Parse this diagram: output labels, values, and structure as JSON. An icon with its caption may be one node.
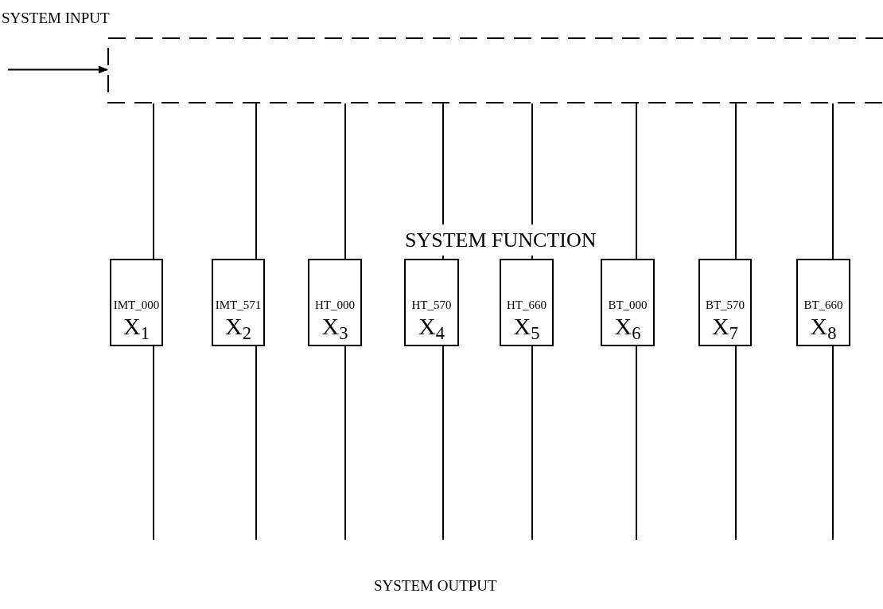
{
  "diagram": {
    "nodes": [
      {
        "text": [
          "SYSTEM INPUT"
        ]
      },
      {
        "text": [
          "IMT_000",
          "X$_{1}$"
        ]
      },
      {
        "text": [
          "IMT_571",
          "X$_{2}$"
        ]
      },
      {
        "text": [
          "HT_000",
          "X$_{3}$"
        ]
      },
      {
        "text": [
          "HT_570",
          "X$_{4}$"
        ]
      },
      {
        "text": [
          "HT_660",
          "X$_{5}$"
        ]
      },
      {
        "text": [
          "BT_000",
          "X$_{6}$"
        ]
      },
      {
        "text": [
          "BT_570",
          "X$_{7}$"
        ]
      },
      {
        "text": [
          "BT_660",
          "X$_{8}$"
        ]
      }
    ],
    "edges": [
      {
        "from": null,
        "to": 0,
        "arrow": "to"
      },
      {
        "from": 0,
        "to": 1,
        "arrow": "none"
      },
      {
        "from": 0,
        "to": 2,
        "arrow": "none"
      },
      {
        "from": 0,
        "to": 3,
        "arrow": "none"
      },
      {
        "from": 0,
        "to": 4,
        "arrow": "none"
      },
      {
        "from": 0,
        "to": 5,
        "arrow": "none"
      },
      {
        "from": 0,
        "to": 6,
        "arrow": "none"
      },
      {
        "from": 0,
        "to": 7,
        "arrow": "none"
      },
      {
        "from": 0,
        "to": 8,
        "arrow": "none"
      },
      {
        "from": 1,
        "to": null,
        "arrow": "none"
      },
      {
        "from": 2,
        "to": null,
        "arrow": "none"
      },
      {
        "from": 3,
        "to": null,
        "arrow": "none"
      },
      {
        "from": 4,
        "to": null,
        "arrow": "none"
      },
      {
        "from": 5,
        "to": null,
        "arrow": "none"
      },
      {
        "from": 6,
        "to": null,
        "arrow": "none"
      },
      {
        "from": 7,
        "to": null,
        "arrow": "none"
      },
      {
        "from": 8,
        "to": null,
        "arrow": "none"
      }
    ],
    "labels": [
      "SYSTEM FUNCTION",
      "SYSTEM OUTPUT"
    ]
  }
}
